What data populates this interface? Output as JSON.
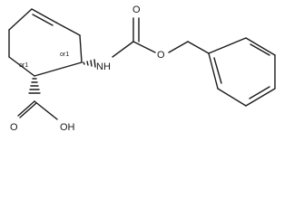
{
  "molecule": {
    "atoms": {
      "nitrogen": "NH",
      "carbonyl_oxygen": "O",
      "ester_oxygen": "O",
      "acid_group": "OH",
      "acid_carbonyl_oxygen": "O"
    },
    "stereo_labels": {
      "c1": "or1",
      "c2": "or1"
    }
  }
}
